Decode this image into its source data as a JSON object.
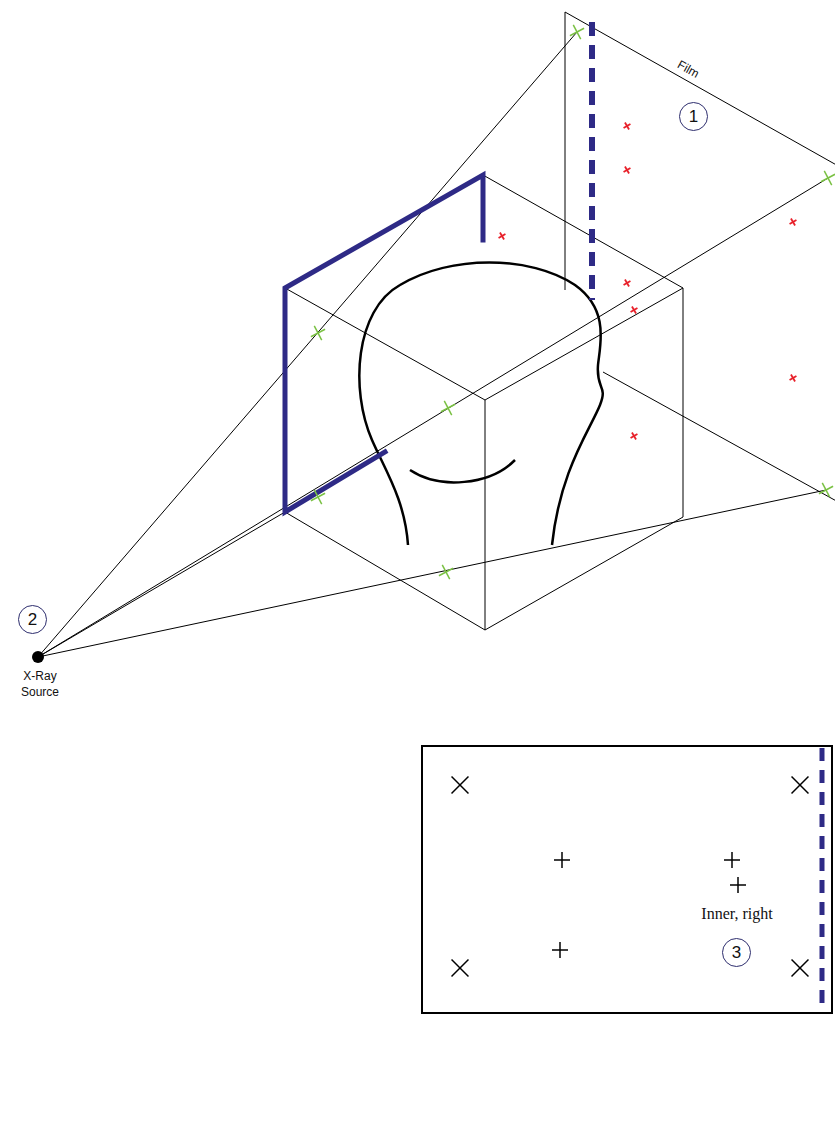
{
  "diagram": {
    "nodes": [
      {
        "text": [
          "1"
        ]
      },
      {
        "text": [
          "2"
        ]
      },
      {
        "text": [
          "Inner, right"
        ]
      },
      {
        "text": [
          "3"
        ],
        "in": 2
      }
    ],
    "labels": [
      "Film",
      "X-Ray Source"
    ]
  }
}
